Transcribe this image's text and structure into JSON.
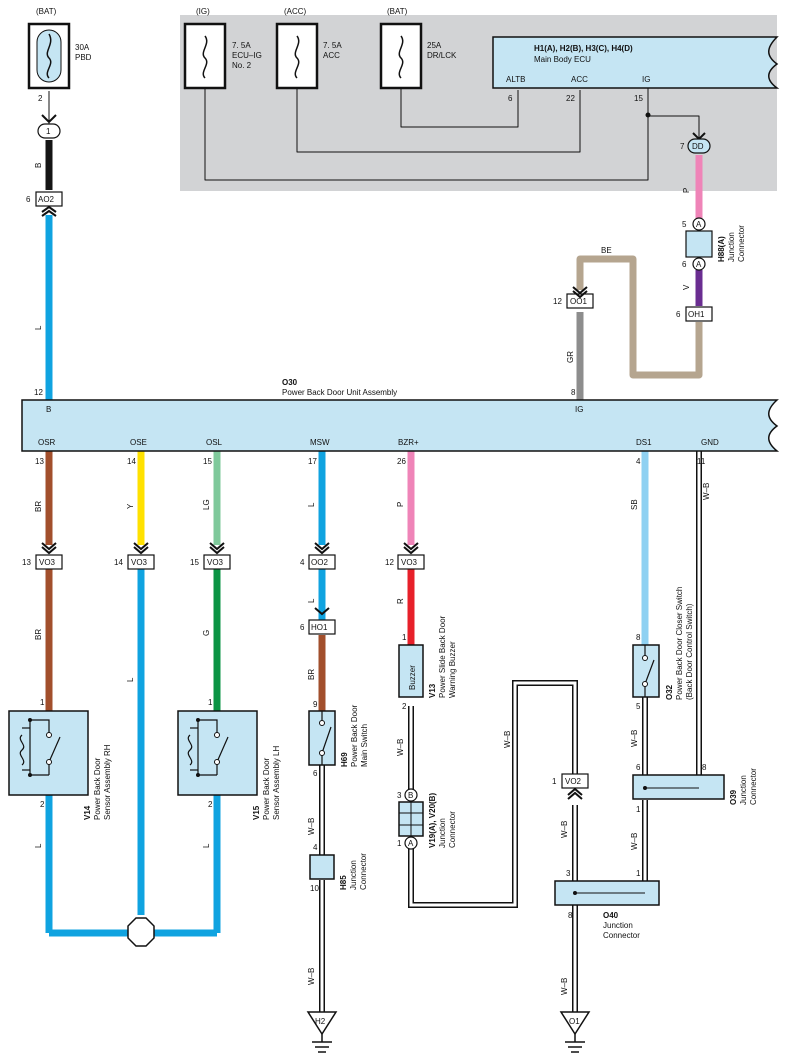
{
  "fuses": {
    "pbd": {
      "source": "(BAT)",
      "rating": "30A",
      "name": "PBD",
      "pin": "2"
    },
    "ecuig": {
      "source": "(IG)",
      "rating": "7. 5A",
      "name1": "ECU–IG",
      "name2": "No. 2"
    },
    "acc": {
      "source": "(ACC)",
      "rating": "7. 5A",
      "name": "ACC"
    },
    "drlck": {
      "source": "(BAT)",
      "rating": "25A",
      "name": "DR/LCK"
    }
  },
  "main_body_ecu": {
    "code": "H1(A), H2(B), H3(C), H4(D)",
    "name": "Main Body ECU",
    "pins": {
      "altb": "ALTB",
      "acc": "ACC",
      "ig": "IG"
    },
    "pin_nums": {
      "altb": "6",
      "acc": "22",
      "ig": "15"
    }
  },
  "dd_conn": {
    "pin": "7",
    "label": "DD"
  },
  "h88": {
    "code": "H88(A)",
    "name1": "Junction",
    "name2": "Connector",
    "pin_top": "5",
    "pin_bottom": "6",
    "letter": "A"
  },
  "oh1": {
    "pin": "6",
    "label": "OH1"
  },
  "oo1": {
    "pin": "12",
    "label": "OO1"
  },
  "conn1": {
    "label": "1"
  },
  "ao2": {
    "pin": "6",
    "label": "AO2"
  },
  "o30": {
    "code": "O30",
    "name": "Power Back Door Unit Assembly",
    "pin_b": "12",
    "label_b": "B",
    "pin_ig": "8",
    "label_ig": "IG",
    "terminals": {
      "osr": "OSR",
      "ose": "OSE",
      "osl": "OSL",
      "msw": "MSW",
      "bzr": "BZR+",
      "ds1": "DS1",
      "gnd": "GND"
    },
    "term_pins": {
      "osr": "13",
      "ose": "14",
      "osl": "15",
      "msw": "17",
      "bzr": "26",
      "ds1": "4",
      "gnd": "11"
    }
  },
  "wires": {
    "b": "B",
    "l": "L",
    "p": "P",
    "v": "V",
    "be": "BE",
    "gr": "GR",
    "br": "BR",
    "y": "Y",
    "lg": "LG",
    "r": "R",
    "g": "G",
    "sb": "SB",
    "wb": "W–B"
  },
  "vo3_conns": [
    {
      "pin": "13",
      "label": "VO3"
    },
    {
      "pin": "14",
      "label": "VO3"
    },
    {
      "pin": "15",
      "label": "VO3"
    },
    {
      "pin": "12",
      "label": "VO3"
    }
  ],
  "oo2": {
    "pin": "4",
    "label": "OO2"
  },
  "ho1": {
    "pin": "6",
    "label": "HO1"
  },
  "vo2": {
    "pin": "1",
    "label": "VO2"
  },
  "v14": {
    "code": "V14",
    "name1": "Power Back Door",
    "name2": "Sensor Assembly RH",
    "pin_top": "1",
    "pin_bottom": "2"
  },
  "v15": {
    "code": "V15",
    "name1": "Power Back Door",
    "name2": "Sensor Assembly LH",
    "pin_top": "1",
    "pin_bottom": "2"
  },
  "h69": {
    "code": "H69",
    "name1": "Power Back Door",
    "name2": "Main Switch",
    "pin_top": "9",
    "pin_bottom": "6"
  },
  "h85": {
    "code": "H85",
    "name1": "Junction",
    "name2": "Connector",
    "pin_top": "4",
    "pin_bottom": "10"
  },
  "v13": {
    "code": "V13",
    "label": "Buzzer",
    "name1": "Power Slide Back Door",
    "name2": "Warning Buzzer",
    "pin_top": "1",
    "pin_bottom": "2"
  },
  "v19": {
    "code": "V19(A), V20(B)",
    "name1": "Junction",
    "name2": "Connector",
    "pin_top": "3",
    "pin_bottom": "1",
    "letter_top": "B",
    "letter_bottom": "A"
  },
  "o32": {
    "code": "O32",
    "name1": "Power Back Door Closer Switch",
    "name2": "(Back Door Control Switch)",
    "pin_top": "8",
    "pin_bottom": "5"
  },
  "o39": {
    "code": "O39",
    "name1": "Junction",
    "name2": "Connector",
    "pin_left": "6",
    "pin_right": "8",
    "pin_bottom": "1"
  },
  "o40": {
    "code": "O40",
    "name1": "Junction",
    "name2": "Connector",
    "pin_left": "3",
    "pin_right": "1",
    "pin_bottom": "8"
  },
  "grounds": {
    "h2": "H2",
    "o1": "O1"
  },
  "colors": {
    "ecu_panel": "#d2d3d5",
    "component_fill": "#c5e5f3",
    "wire_b": "#151515",
    "wire_l": "#10a3e0",
    "wire_p": "#ef84b8",
    "wire_v": "#6a2d91",
    "wire_be": "#b5a58f",
    "wire_gr": "#8d8d8d",
    "wire_br": "#a24f2c",
    "wire_y": "#ffe100",
    "wire_lg": "#7fc99b",
    "wire_g": "#0b9444",
    "wire_r": "#e7202a",
    "wire_sb": "#8fd1f2"
  }
}
